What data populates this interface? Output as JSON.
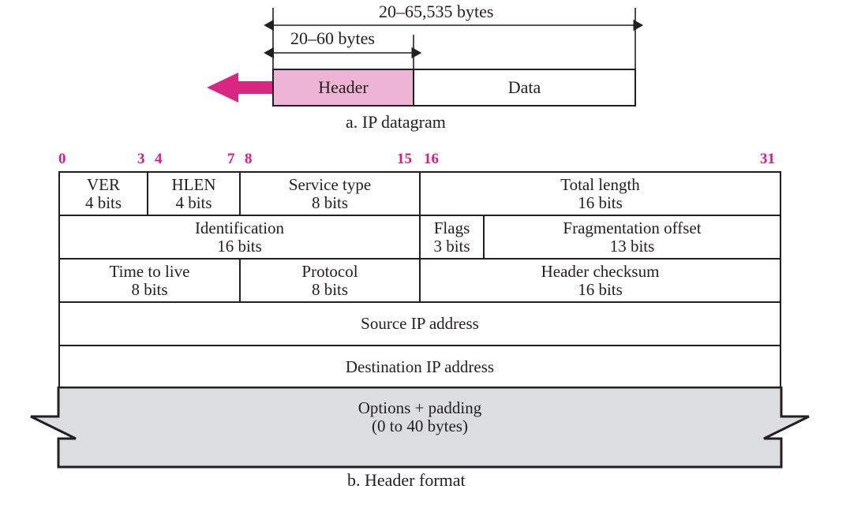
{
  "figure": {
    "part_a": {
      "caption": "a. IP datagram",
      "total_dimension": "20–65,535 bytes",
      "header_dimension": "20–60 bytes",
      "boxes": [
        {
          "label": "Header",
          "color": "#edb4d5"
        },
        {
          "label": "Data",
          "color": "#ffffff"
        }
      ],
      "arrow_color": "#d92681"
    },
    "part_b": {
      "caption": "b. Header format",
      "bit_ruler": {
        "color": "#e2197f",
        "ticks": [
          "0",
          "3",
          "4",
          "7",
          "8",
          "15",
          "16",
          "31"
        ]
      },
      "rows": [
        {
          "cells": [
            {
              "name": "VER",
              "size": "4 bits"
            },
            {
              "name": "HLEN",
              "size": "4 bits"
            },
            {
              "name": "Service type",
              "size": "8 bits"
            },
            {
              "name": "Total length",
              "size": "16 bits"
            }
          ]
        },
        {
          "cells": [
            {
              "name": "Identification",
              "size": "16 bits"
            },
            {
              "name": "Flags",
              "size": "3 bits"
            },
            {
              "name": "Fragmentation offset",
              "size": "13 bits"
            }
          ]
        },
        {
          "cells": [
            {
              "name": "Time to live",
              "size": "8 bits"
            },
            {
              "name": "Protocol",
              "size": "8 bits"
            },
            {
              "name": "Header checksum",
              "size": "16 bits"
            }
          ]
        },
        {
          "cells": [
            {
              "name": "Source IP address",
              "size": ""
            }
          ]
        },
        {
          "cells": [
            {
              "name": "Destination IP address",
              "size": ""
            }
          ]
        }
      ],
      "options_row": {
        "name": "Options + padding",
        "size": "(0 to 40 bytes)",
        "fill": "#dcdddf"
      }
    }
  }
}
